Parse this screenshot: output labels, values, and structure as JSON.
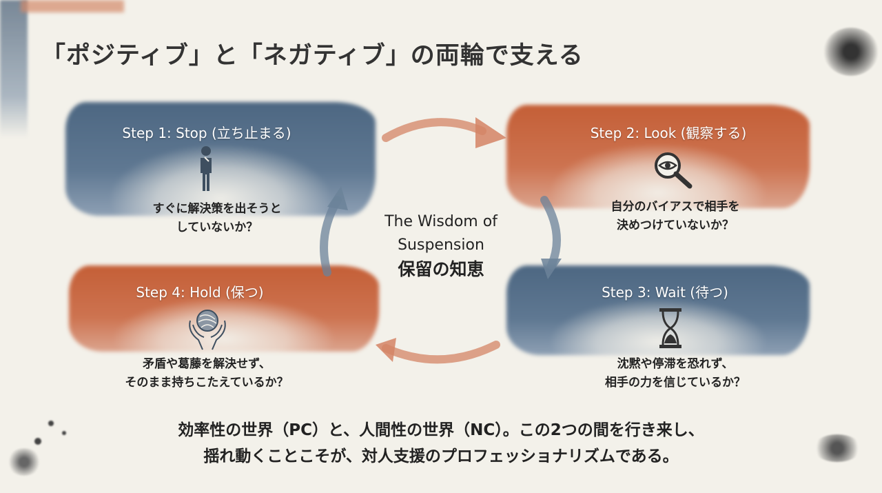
{
  "title": "「ポジティブ」と「ネガティブ」の両輪で支える",
  "center": {
    "english": "The Wisdom of Suspension",
    "japanese": "保留の知恵"
  },
  "steps": [
    {
      "title": "Step 1: Stop (立ち止まる)",
      "question_line1": "すぐに解決策を出そうと",
      "question_line2": "していないか？",
      "icon": "thinking-person-icon",
      "color": "#4d6782"
    },
    {
      "title": "Step 2: Look (観察する)",
      "question_line1": "自分のバイアスで相手を",
      "question_line2": "決めつけていないか？",
      "icon": "magnifier-eye-icon",
      "color": "#c45f37"
    },
    {
      "title": "Step 3: Wait (待つ)",
      "question_line1": "沈黙や停滞を恐れず、",
      "question_line2": "相手の力を信じているか？",
      "icon": "hourglass-icon",
      "color": "#4d6782"
    },
    {
      "title": "Step 4: Hold (保つ)",
      "question_line1": "矛盾や葛藤を解決せず、",
      "question_line2": "そのまま持ちこたえているか？",
      "icon": "hands-holding-sphere-icon",
      "color": "#c45f37"
    }
  ],
  "bottom": {
    "line1": "効率性の世界（PC）と、人間性の世界（NC）。この2つの間を行き来し、",
    "line2": "揺れ動くことこそが、対人支援のプロフェッショナリズムである。"
  }
}
